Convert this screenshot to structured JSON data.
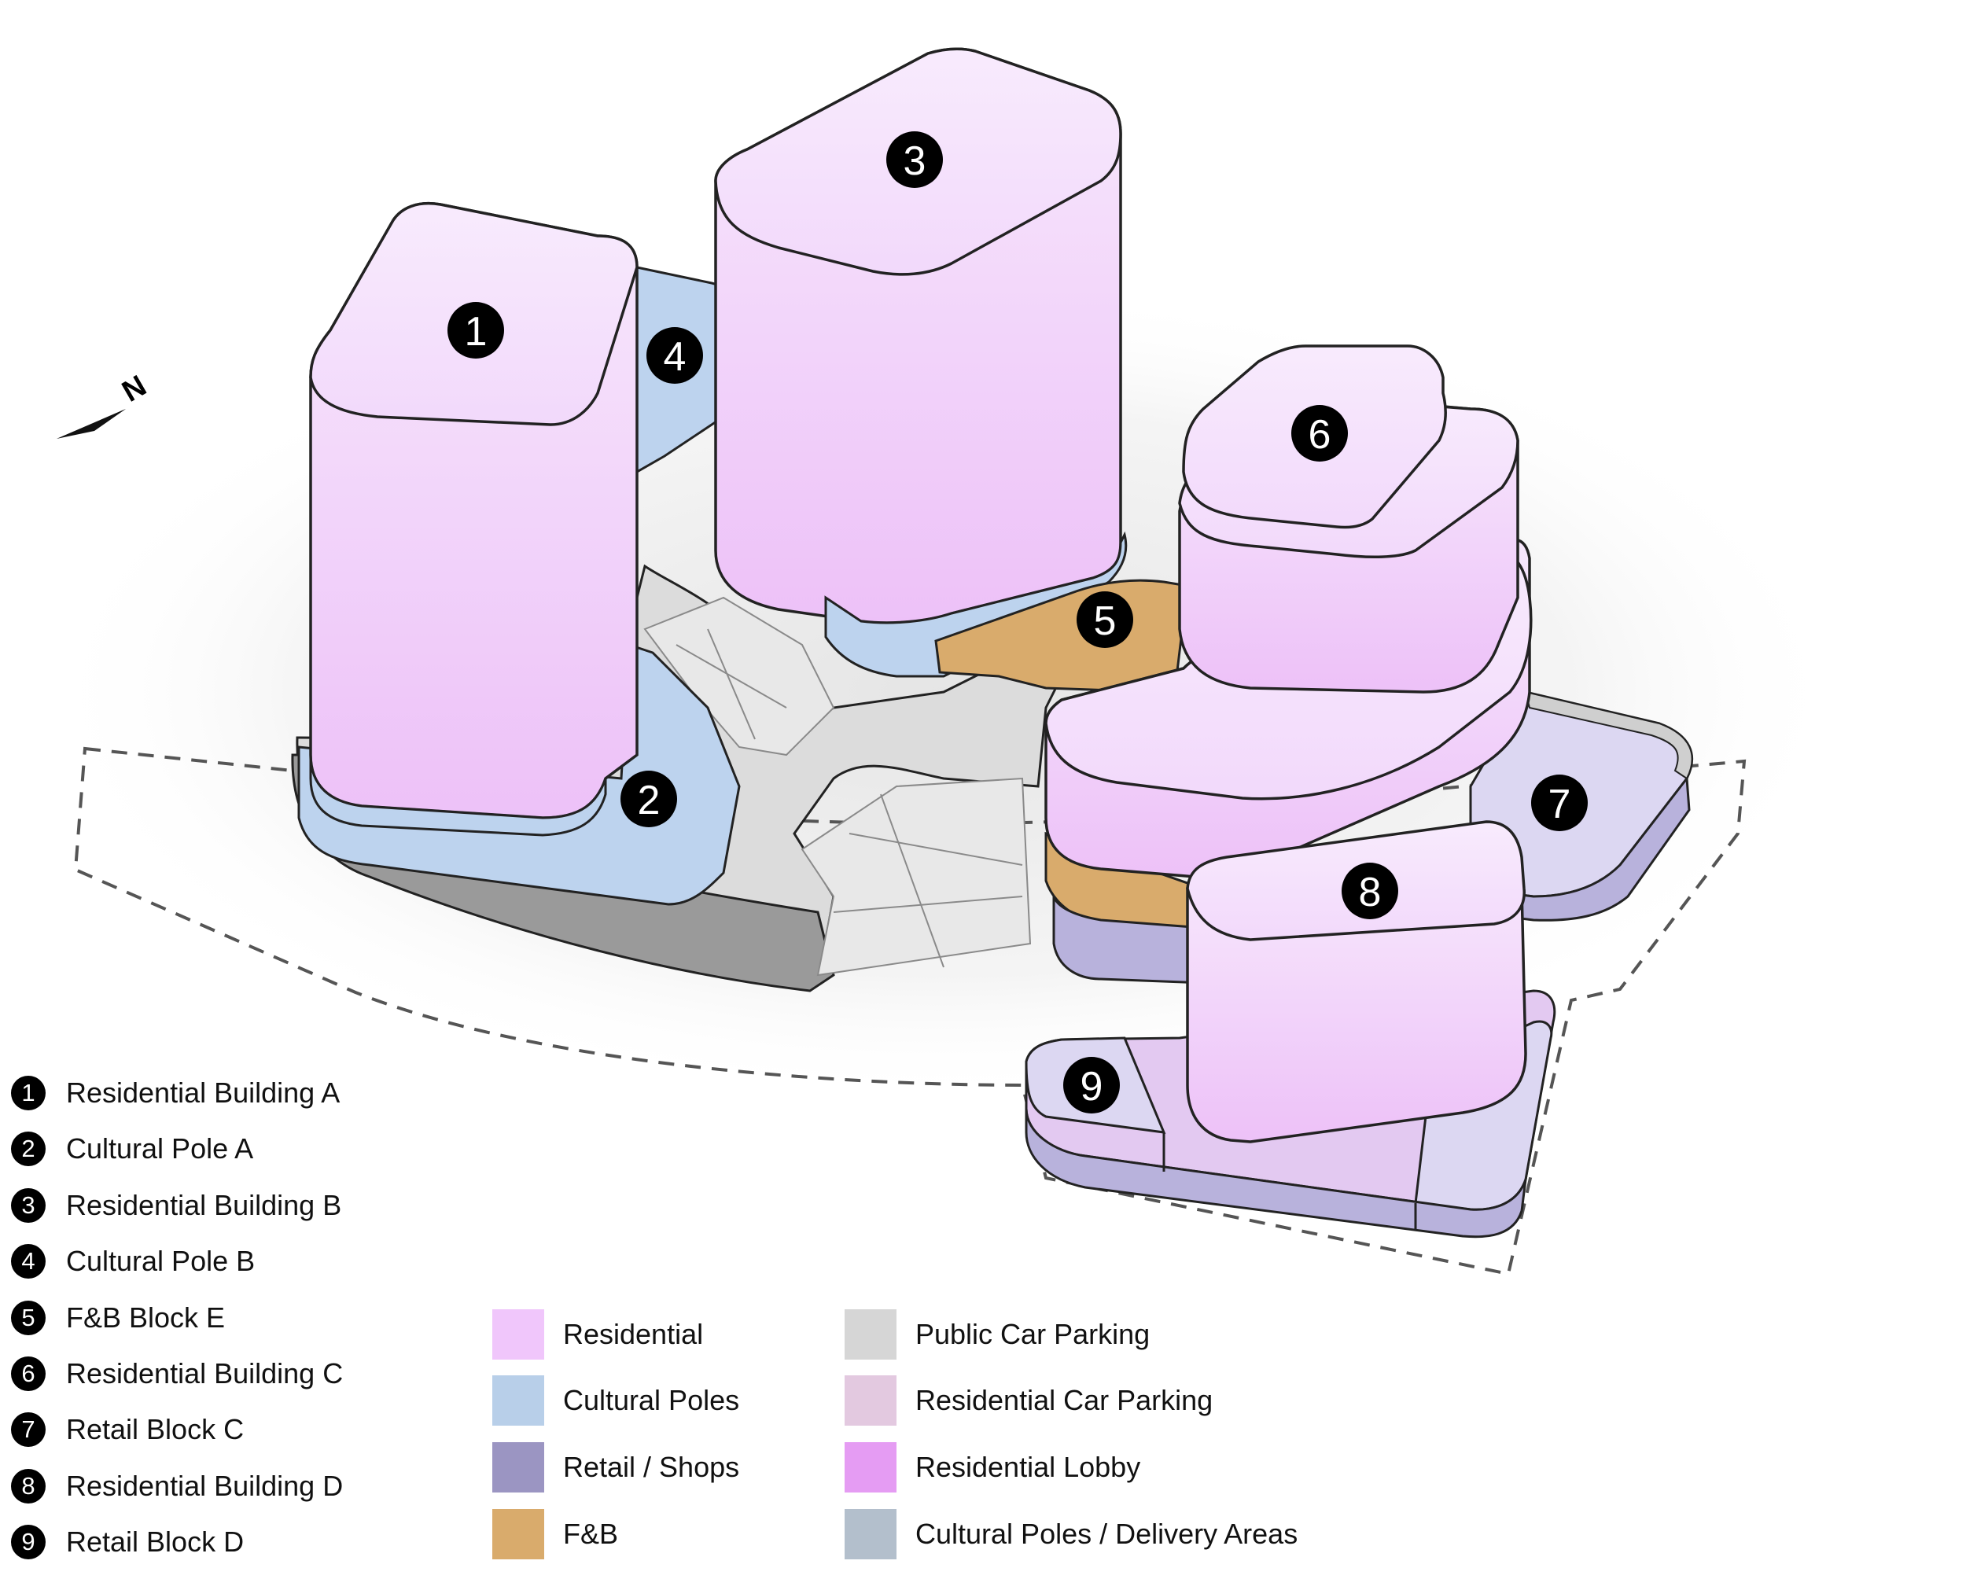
{
  "buildings": [
    {
      "number": "1",
      "name": "Residential Building A"
    },
    {
      "number": "2",
      "name": "Cultural Pole A"
    },
    {
      "number": "3",
      "name": "Residential Building B"
    },
    {
      "number": "4",
      "name": "Cultural Pole B"
    },
    {
      "number": "5",
      "name": "F&B Block E"
    },
    {
      "number": "6",
      "name": "Residential Building C"
    },
    {
      "number": "7",
      "name": "Retail Block C"
    },
    {
      "number": "8",
      "name": "Residential Building D"
    },
    {
      "number": "9",
      "name": "Retail Block D"
    }
  ],
  "north_arrow": {
    "label": "N",
    "icon": "north-arrow-icon"
  },
  "legend": {
    "left": [
      {
        "label": "Residential",
        "color": "#f0c6fb"
      },
      {
        "label": "Cultural Poles",
        "color": "#b8cfe9"
      },
      {
        "label": "Retail / Shops",
        "color": "#9b95c2"
      },
      {
        "label": "F&B",
        "color": "#d9ab6c"
      }
    ],
    "right": [
      {
        "label": "Public Car Parking",
        "color": "#d6d6d6"
      },
      {
        "label": "Residential Car Parking",
        "color": "#e3c9e0"
      },
      {
        "label": "Residential Lobby",
        "color": "#e59cf3"
      },
      {
        "label": "Cultural Poles / Delivery Areas",
        "color": "#b3bfcc"
      }
    ]
  }
}
